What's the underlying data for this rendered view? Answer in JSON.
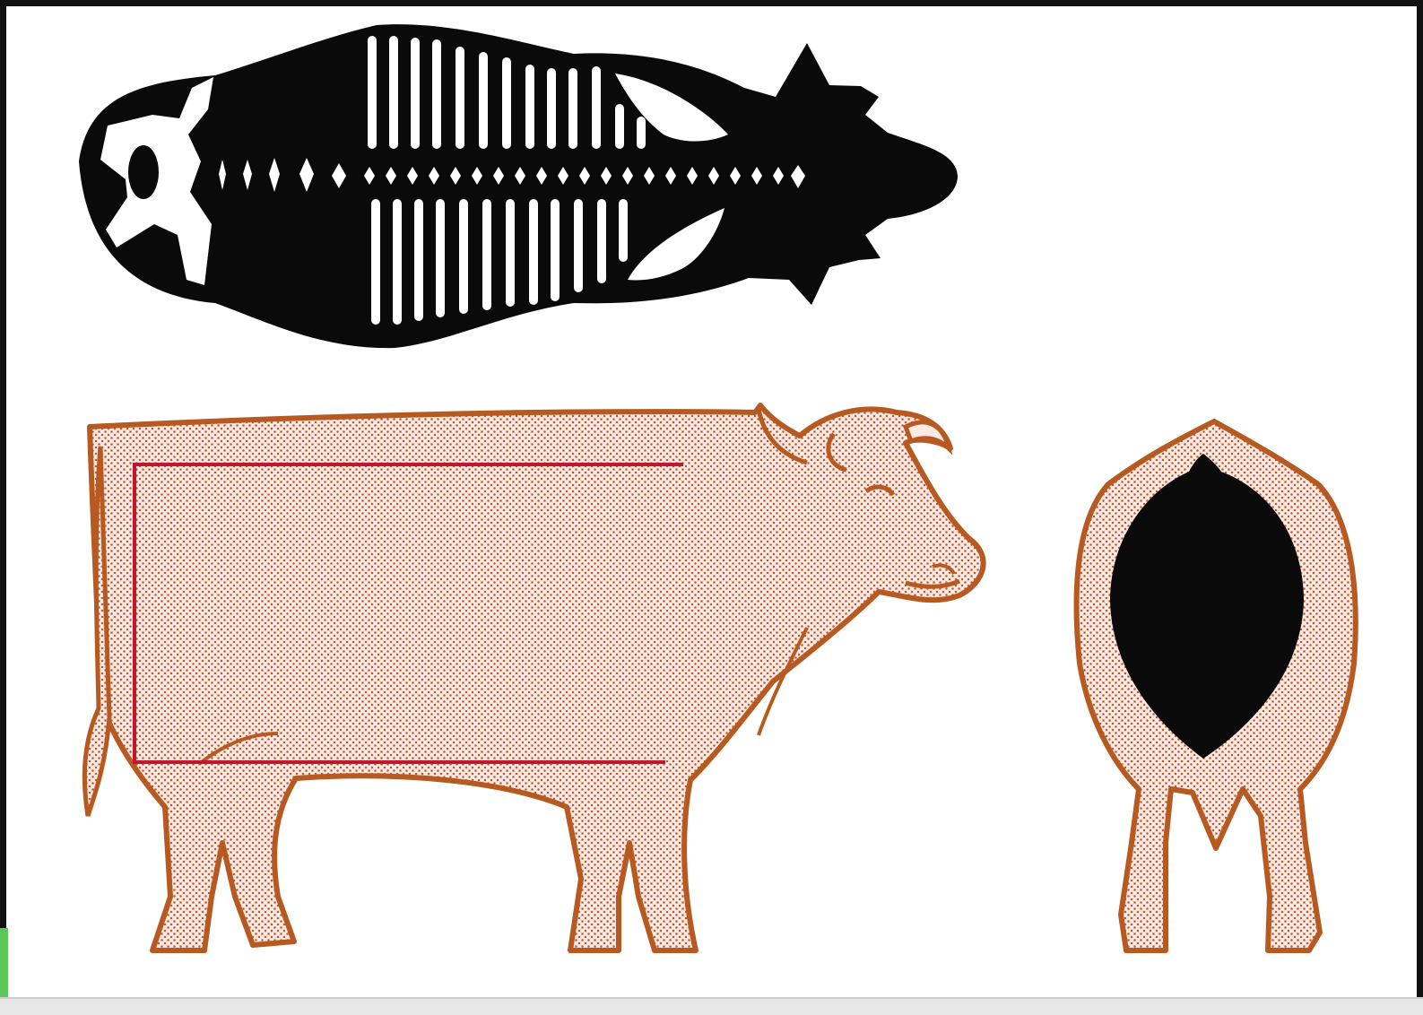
{
  "figure": {
    "panels": [
      {
        "view": "top-skeleton-silhouette",
        "icon": "cow-skeleton-top-view-icon"
      },
      {
        "view": "side-view",
        "icon": "cow-side-view-icon",
        "overlay": "rectangle-outline"
      },
      {
        "view": "rear-view",
        "icon": "cow-rear-view-icon",
        "overlay": "black-oval"
      }
    ],
    "colors": {
      "silhouette": "#0a0a0a",
      "outline": "#b65a22",
      "dot_fill": "#c0582e",
      "rectangle": "#c0162f",
      "background": "#ffffff",
      "frame": "#111111",
      "accent_tab": "#5cc85a"
    }
  }
}
